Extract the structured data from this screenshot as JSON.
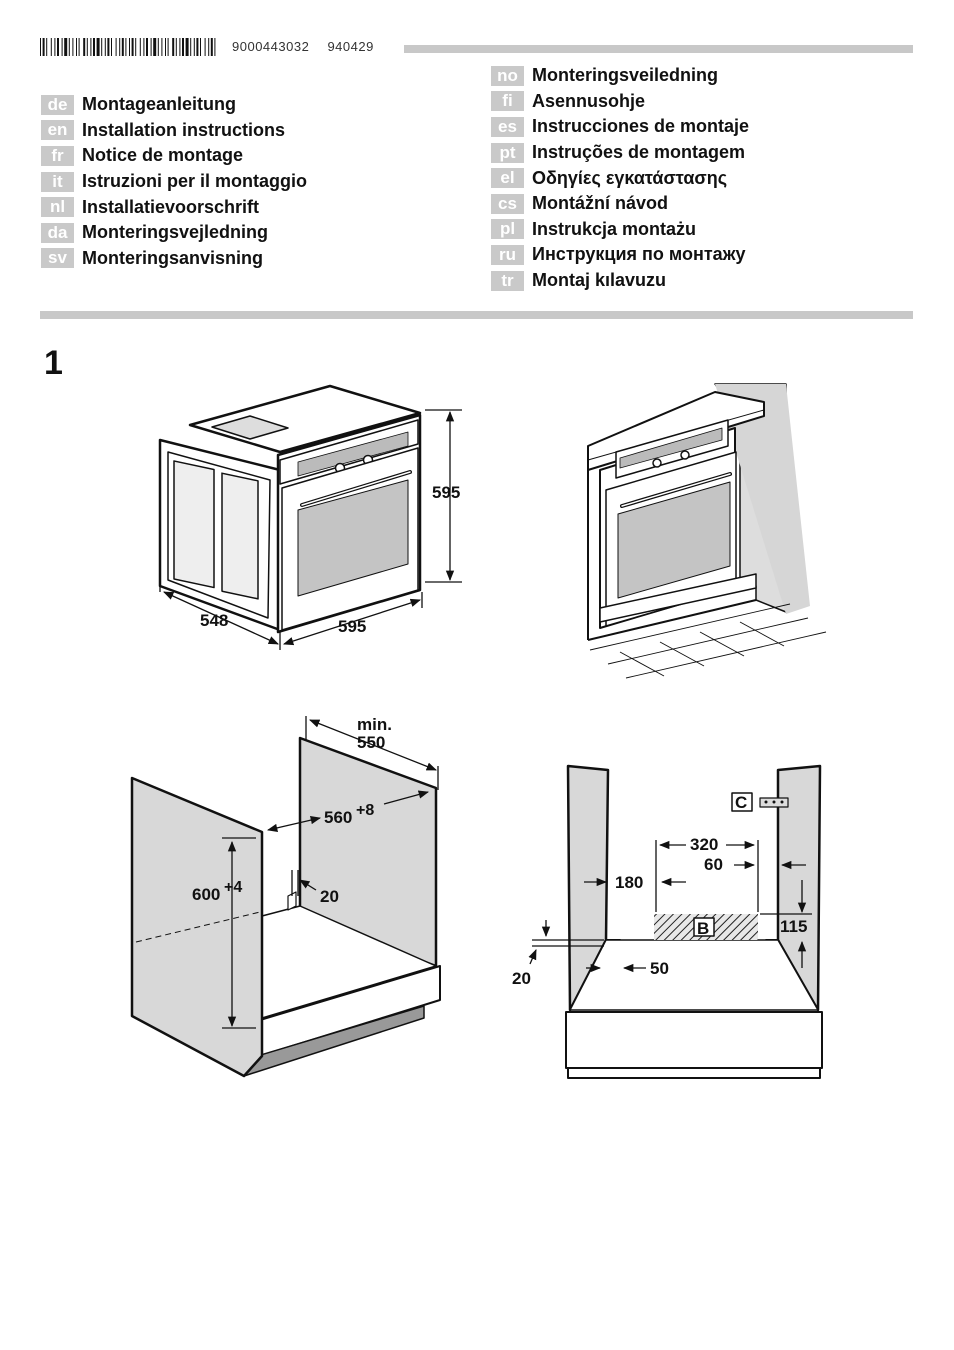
{
  "header": {
    "code1": "9000443032",
    "code2": "940429"
  },
  "languages_left": [
    {
      "code": "de",
      "name": "Montageanleitung"
    },
    {
      "code": "en",
      "name": "Installation instructions"
    },
    {
      "code": "fr",
      "name": "Notice de montage"
    },
    {
      "code": "it",
      "name": "Istruzioni per il montaggio"
    },
    {
      "code": "nl",
      "name": "Installatievoorschrift"
    },
    {
      "code": "da",
      "name": "Monteringsvejledning"
    },
    {
      "code": "sv",
      "name": "Monteringsanvisning"
    }
  ],
  "languages_right": [
    {
      "code": "no",
      "name": "Monteringsveiledning"
    },
    {
      "code": "fi",
      "name": "Asennusohje"
    },
    {
      "code": "es",
      "name": "Instrucciones de montaje"
    },
    {
      "code": "pt",
      "name": "Instruções de montagem"
    },
    {
      "code": "el",
      "name": "Οδηγίες εγκατάστασης"
    },
    {
      "code": "cs",
      "name": "Montážní návod"
    },
    {
      "code": "pl",
      "name": "Instrukcja montażu"
    },
    {
      "code": "ru",
      "name": "Инструкция по монтажу"
    },
    {
      "code": "tr",
      "name": "Montaj kılavuzu"
    }
  ],
  "figure": {
    "number": "1",
    "oven_height": "595",
    "oven_depth": "548",
    "oven_width": "595",
    "niche_min_label": "min.",
    "niche_depth": "550",
    "niche_width": "560",
    "niche_width_tol": "+8",
    "niche_height": "600",
    "niche_height_tol": "+4",
    "niche_gap": "20",
    "vent_width": "320",
    "vent_offset": "60",
    "vent_side": "180",
    "vent_height": "115",
    "floor_gap": "20",
    "floor_step": "50",
    "label_b": "B",
    "label_c": "C"
  }
}
